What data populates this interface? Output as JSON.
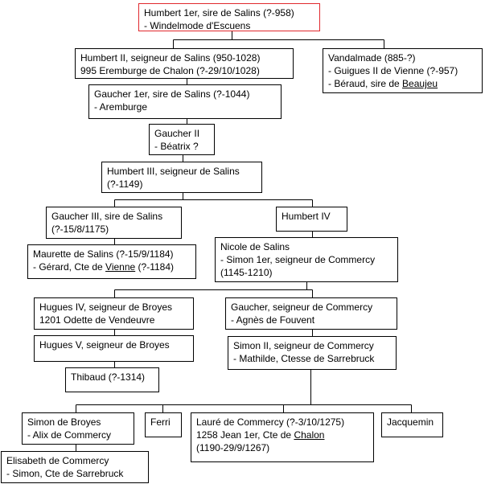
{
  "nodes": [
    {
      "id": "humbert1",
      "lines": [
        "Humbert 1er, sire de Salins (?-958)",
        "- Windelmode d'Escuens"
      ]
    },
    {
      "id": "humbert2",
      "lines": [
        "Humbert II, seigneur de Salins (950-1028)",
        "995 Eremburge de Chalon (?-29/10/1028)"
      ]
    },
    {
      "id": "vandalmade",
      "lines": [
        "Vandalmade (885-?)",
        "- Guigues II de Vienne (?-957)"
      ],
      "last": {
        "text": "- Béraud, sire de ",
        "link": "Beaujeu"
      }
    },
    {
      "id": "gaucher1",
      "lines": [
        "Gaucher 1er, sire de Salins (?-1044)",
        "- Aremburge"
      ]
    },
    {
      "id": "gaucher2",
      "lines": [
        "Gaucher II",
        "- Béatrix ?"
      ]
    },
    {
      "id": "humbert3",
      "lines": [
        "Humbert III, seigneur de Salins",
        "(?-1149)"
      ]
    },
    {
      "id": "gaucher3",
      "lines": [
        "Gaucher III, sire de Salins",
        "(?-15/8/1175)"
      ]
    },
    {
      "id": "humbert4",
      "lines": [
        "Humbert IV"
      ]
    },
    {
      "id": "maurette",
      "lines": [
        "Maurette de Salins (?-15/9/1184)"
      ],
      "last": {
        "text": "- Gérard, Cte de ",
        "link": "Vienne",
        "after": " (?-1184)"
      }
    },
    {
      "id": "nicole",
      "lines": [
        "Nicole de Salins",
        "- Simon 1er, seigneur de Commercy",
        "(1145-1210)"
      ]
    },
    {
      "id": "hugues4",
      "lines": [
        "Hugues IV, seigneur de Broyes",
        "1201 Odette de Vendeuvre"
      ]
    },
    {
      "id": "gaucher_commercy",
      "lines": [
        "Gaucher, seigneur de Commercy",
        "- Agnès de Fouvent"
      ]
    },
    {
      "id": "hugues5",
      "lines": [
        "Hugues V, seigneur de Broyes"
      ]
    },
    {
      "id": "simon2",
      "lines": [
        "Simon II, seigneur de Commercy",
        "- Mathilde, Ctesse de Sarrebruck"
      ]
    },
    {
      "id": "thibaud",
      "lines": [
        "Thibaud (?-1314)"
      ]
    },
    {
      "id": "simon_broyes",
      "lines": [
        "Simon de Broyes",
        "- Alix de Commercy"
      ]
    },
    {
      "id": "ferri",
      "lines": [
        "Ferri"
      ]
    },
    {
      "id": "laure",
      "lines": [
        "Lauré de Commercy (?-3/10/1275)",
        "1258 Jean 1er, Cte de "
      ],
      "last": {
        "text": "(1190-29/9/1267)"
      },
      "link_line1": "Chalon"
    },
    {
      "id": "jacquemin",
      "lines": [
        "Jacquemin"
      ]
    },
    {
      "id": "elisabeth",
      "lines": [
        "Elisabeth de Commercy",
        "- Simon, Cte de Sarrebruck"
      ]
    }
  ],
  "colors": {
    "root_border": "#e0282d",
    "border": "#000000",
    "line": "#000000"
  }
}
